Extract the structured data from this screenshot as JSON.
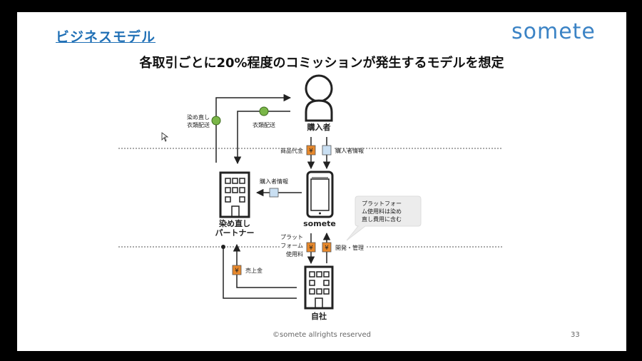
{
  "slide": {
    "title": "ビジネスモデル",
    "logo": "somete",
    "headline": "各取引ごとに20%程度のコミッションが発生するモデルを想定",
    "footer": "©somete allrights reserved",
    "page_number": "33"
  },
  "diagram": {
    "nodes": {
      "buyer": "購入者",
      "app": "somete",
      "partner_line1": "染め直し",
      "partner_line2": "パートナー",
      "company": "自社"
    },
    "flows": {
      "redye_delivery_line1": "染め直し",
      "redye_delivery_line2": "衣類配送",
      "clothes_delivery": "衣類配送",
      "product_payment": "商品代金",
      "buyer_info_right": "購入者情報",
      "buyer_info_left": "購入者情報",
      "platform_fee_line1": "プラット",
      "platform_fee_line2": "フォーム",
      "platform_fee_line3": "使用料",
      "dev_management": "開発・管理",
      "sales": "売上金"
    },
    "callout": {
      "line1": "プラットフォー",
      "line2": "ム使用料は染め",
      "line3": "直し費用に含む"
    },
    "yen_symbol": "¥",
    "colors": {
      "title_blue": "#1f6fb5",
      "logo_blue": "#3b83c5",
      "money_orange": "#e8892c",
      "info_blue": "#c9dff2",
      "dot_green": "#7ab648",
      "callout_gray": "#ececec"
    }
  }
}
